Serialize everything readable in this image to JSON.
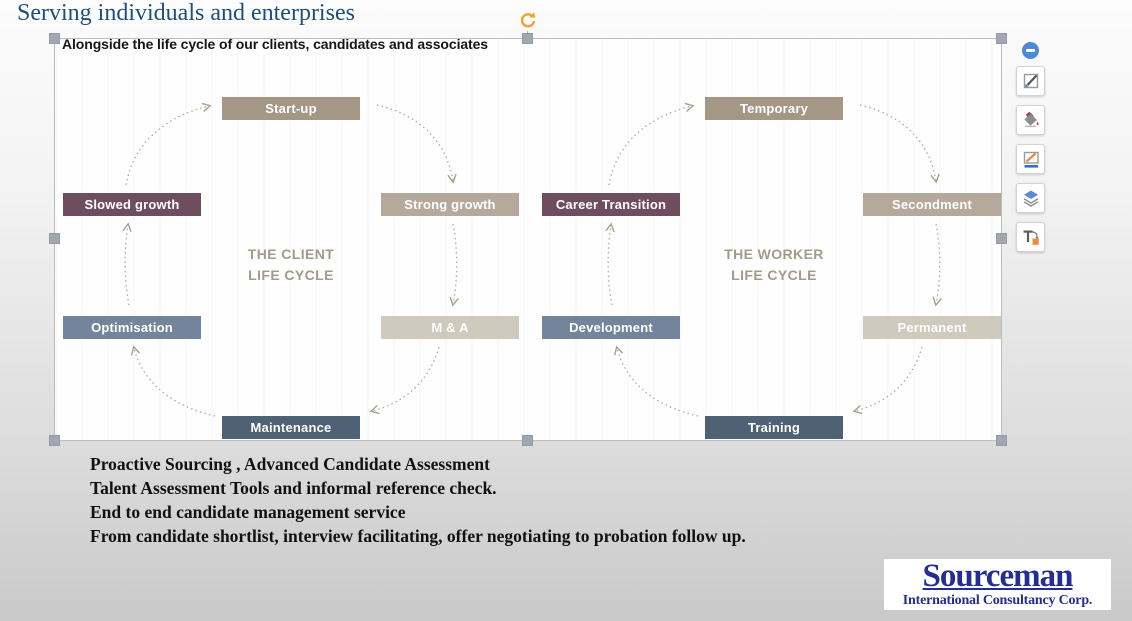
{
  "page": {
    "title": "Serving individuals and enterprises"
  },
  "picture": {
    "heading": "Alongside the life cycle of our clients, candidates and associates",
    "client_cycle": {
      "center_line1": "THE CLIENT",
      "center_line2": "LIFE CYCLE",
      "stages": [
        "Start-up",
        "Strong growth",
        "M & A",
        "Maintenance",
        "Optimisation",
        "Slowed growth"
      ]
    },
    "worker_cycle": {
      "center_line1": "THE WORKER",
      "center_line2": "LIFE CYCLE",
      "stages": [
        "Temporary",
        "Secondment",
        "Permanent",
        "Training",
        "Development",
        "Career Transition"
      ]
    }
  },
  "body": {
    "lines": [
      "Proactive Sourcing , Advanced Candidate Assessment",
      "Talent Assessment Tools and informal reference check.",
      "End to end candidate management service",
      "From candidate shortlist, interview facilitating, offer negotiating to probation follow up."
    ]
  },
  "logo": {
    "name": "Sourceman",
    "tagline": "International Consultancy Corp."
  },
  "toolbar": {
    "collapse_icon": "minus-circle-icon",
    "buttons": [
      {
        "icon": "shape-style-pencil-icon"
      },
      {
        "icon": "fill-color-bucket-icon"
      },
      {
        "icon": "outline-color-pencil-icon"
      },
      {
        "icon": "arrange-layers-icon"
      },
      {
        "icon": "text-wrap-icon"
      }
    ]
  },
  "colors": {
    "stage_top": "#a49786",
    "stage_right_upper": "#b4a99b",
    "stage_right_lower": "#d0c9be",
    "stage_bottom": "#4e6175",
    "stage_left_lower": "#74859b",
    "stage_left_upper": "#6e4e5c",
    "cycle_label": "#a59a89",
    "arrow": "#b3a795",
    "title_blue": "#1f4e79",
    "logo_blue": "#232d93"
  }
}
